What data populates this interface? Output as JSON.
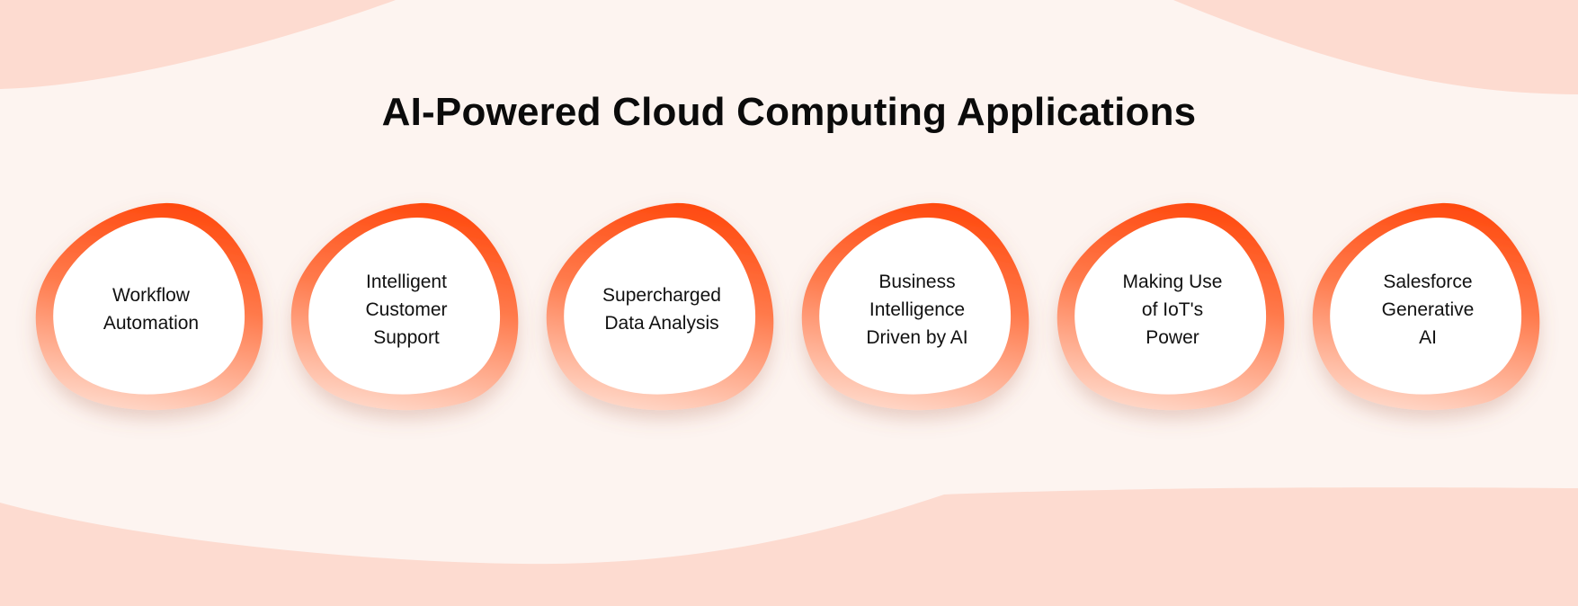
{
  "title": "AI-Powered Cloud Computing Applications",
  "colors": {
    "background": "#fdf4f0",
    "wave": "#fddbd0",
    "ring_top": "#ff4a0f",
    "ring_bottom": "#ffd0bf",
    "blob_fill": "#ffffff",
    "text": "#111111"
  },
  "items": [
    {
      "label": "Workflow\nAutomation"
    },
    {
      "label": "Intelligent\nCustomer\nSupport"
    },
    {
      "label": "Supercharged\nData Analysis"
    },
    {
      "label": "Business\nIntelligence\nDriven by AI"
    },
    {
      "label": "Making Use\nof IoT's\nPower"
    },
    {
      "label": "Salesforce\nGenerative\nAI"
    }
  ]
}
